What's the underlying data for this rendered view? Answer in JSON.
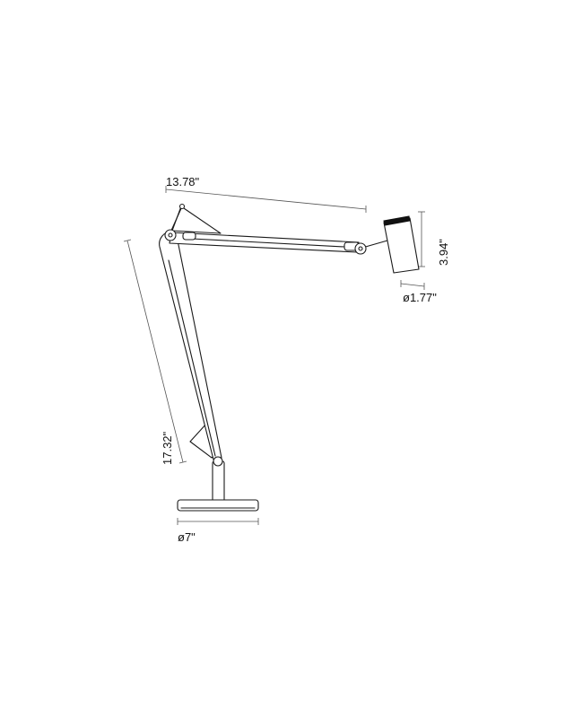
{
  "dimensions": {
    "arm_length": "13.78\"",
    "head_height": "3.94\"",
    "head_diameter": "ø1.77\"",
    "lower_arm_height": "17.32\"",
    "base_diameter": "ø7\""
  },
  "colors": {
    "line": "#1a1a1a",
    "dimension_line": "#555555",
    "head_band": "#111111"
  }
}
